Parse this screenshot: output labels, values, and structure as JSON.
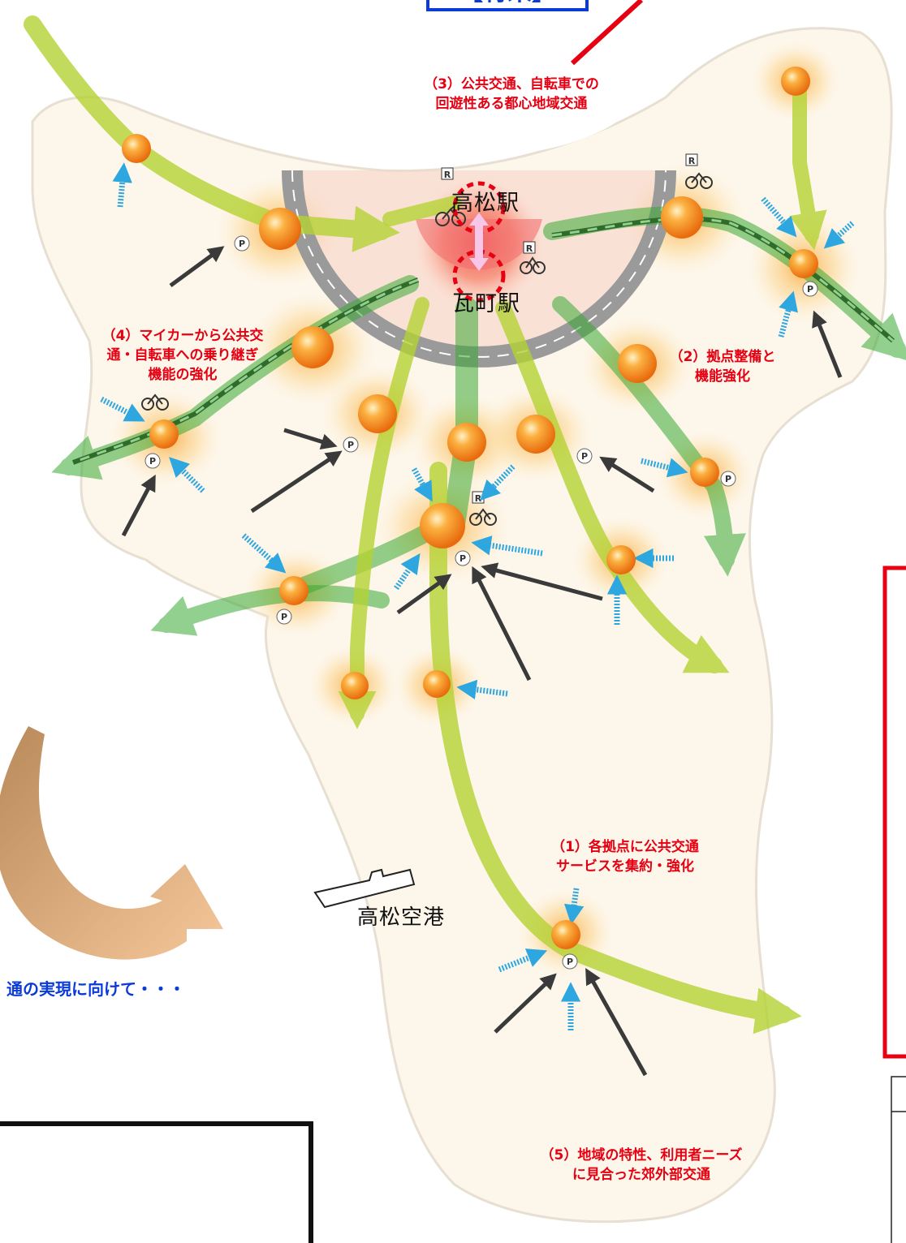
{
  "header_tag": "【将来】",
  "stations": {
    "takamatsu": "高松駅",
    "kawaramachi": "瓦町駅",
    "airport": "高松空港"
  },
  "labels": {
    "item3": [
      "（3）公共交通、自転車での",
      "回遊性ある都心地域交通"
    ],
    "item4": [
      "（4）マイカーから公共交",
      "通・自転車への乗り継ぎ",
      "機能の強化"
    ],
    "item2": [
      "（2）拠点整備と",
      "機能強化"
    ],
    "item1": [
      "（1）各拠点に公共交通",
      "サービスを集約・強化"
    ],
    "item5": [
      "（5）地域の特性、利用者ニーズ",
      "に見合った郊外部交通"
    ]
  },
  "caption": "通の実現に向けて・・・",
  "icons": {
    "park_and_ride": "P",
    "bike_and_ride": "R"
  },
  "colors": {
    "red_label": "#e60012",
    "blue_caption": "#0a3ad8",
    "hub_orange": "#f68b1f",
    "green_route": "#3aaa35",
    "lime_route": "#b5d334",
    "car_arrow": "#3a3a3a",
    "feeder_arrow": "#2ea7e0"
  }
}
